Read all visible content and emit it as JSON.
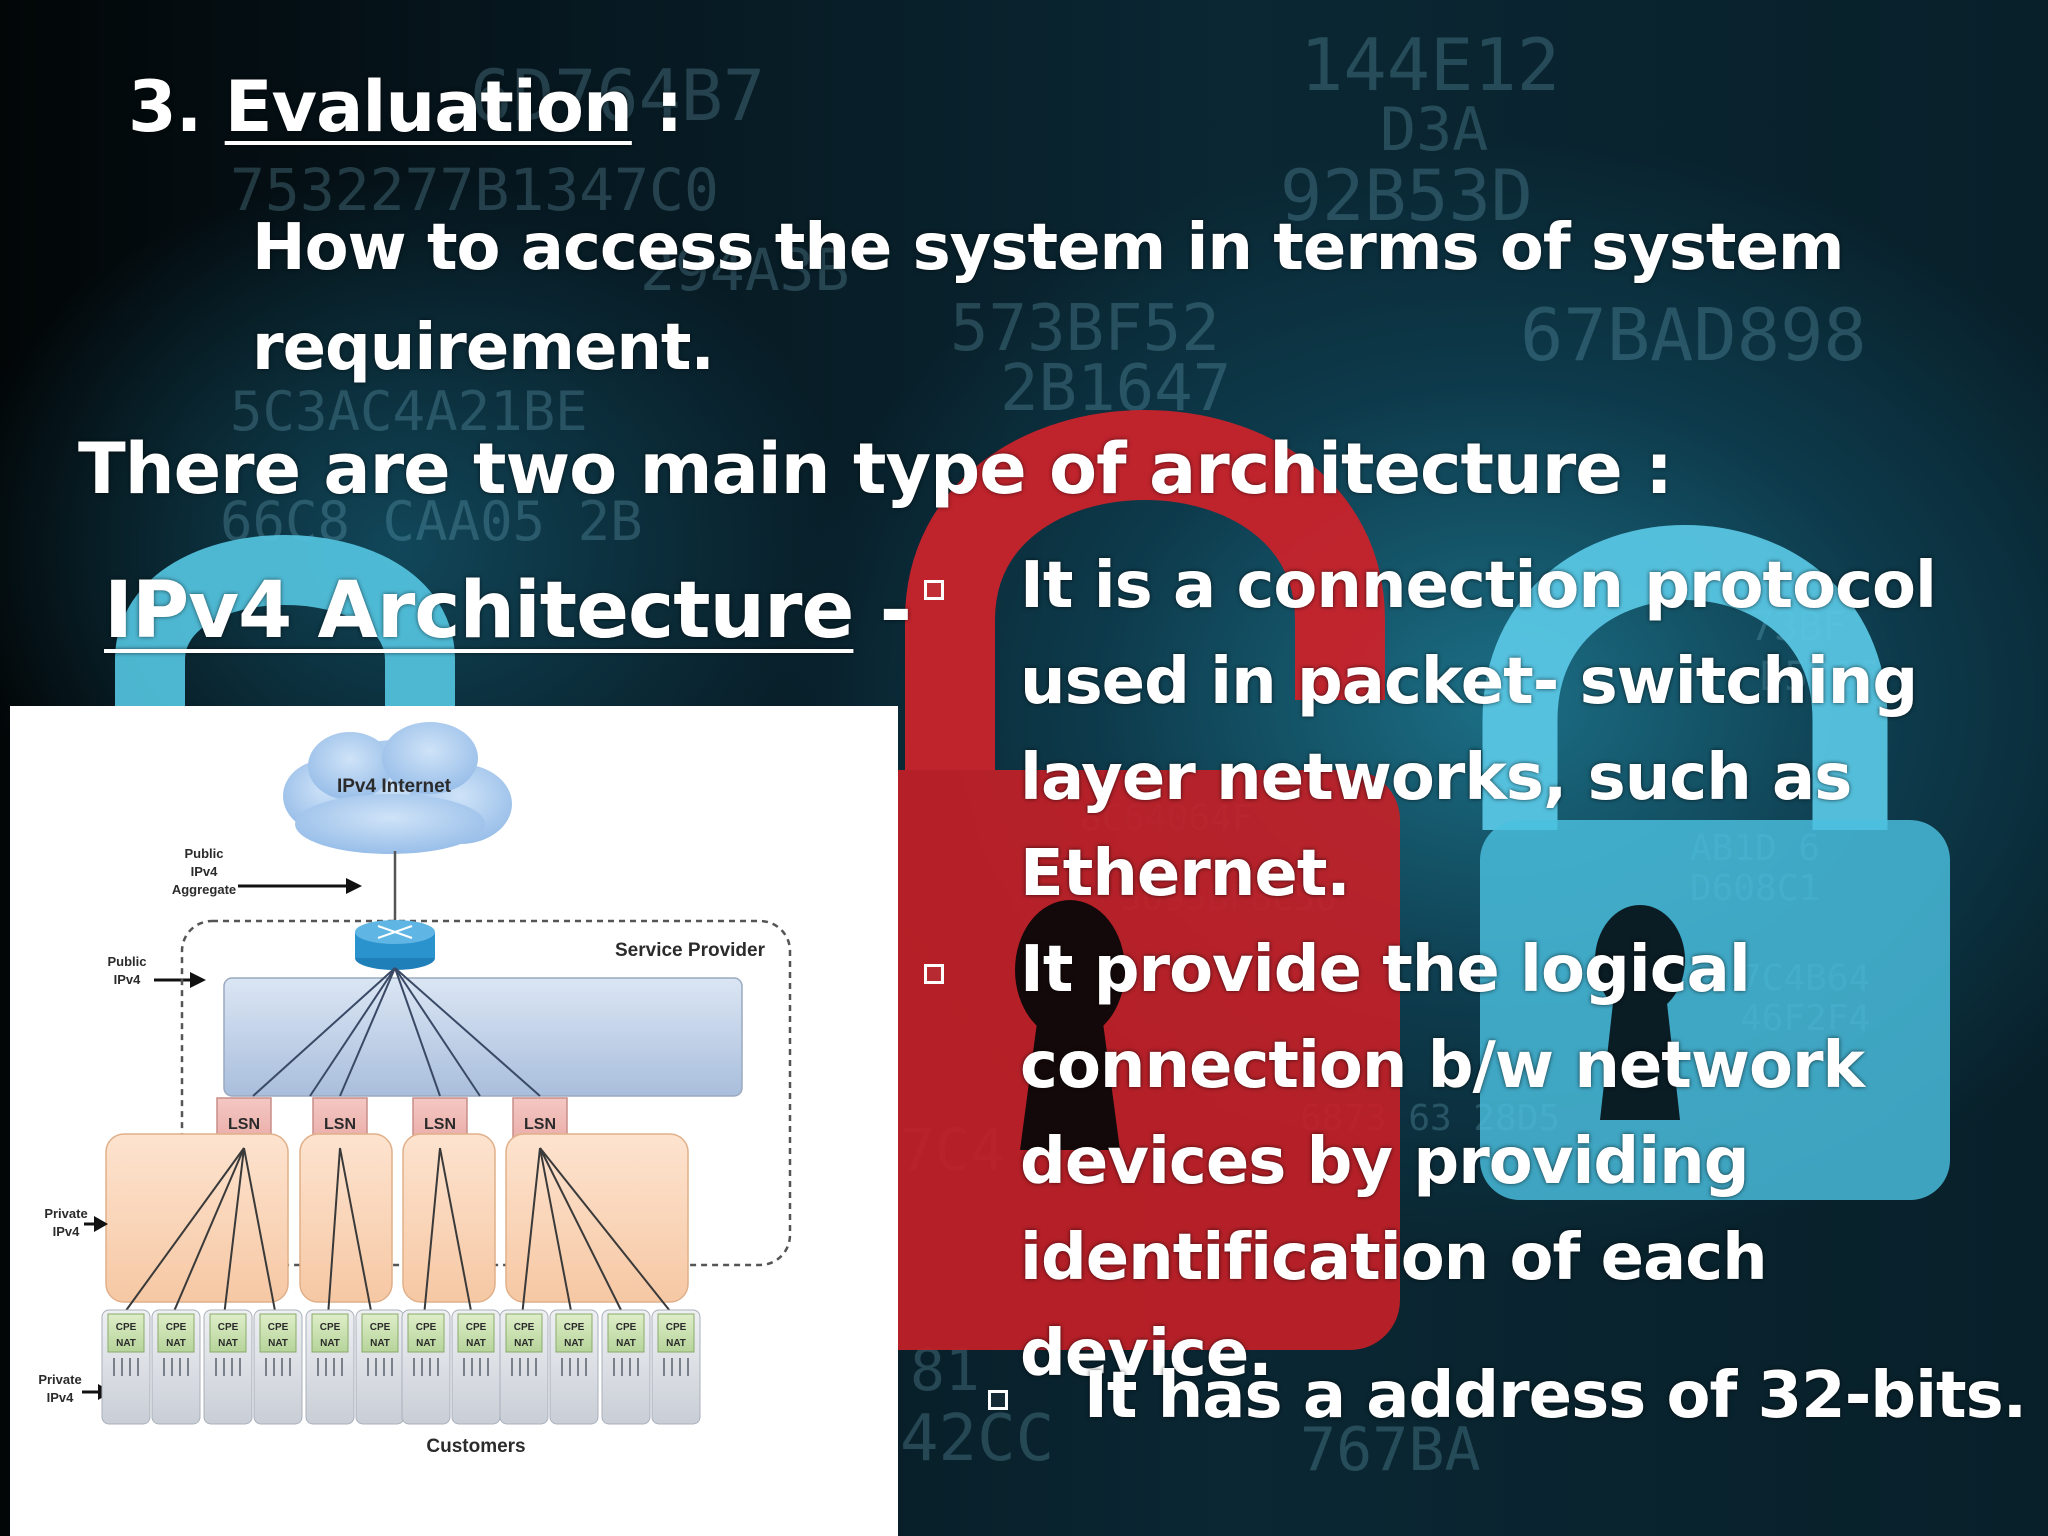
{
  "slide": {
    "heading_number": "3.",
    "heading_title": "Evaluation",
    "heading_colon": ":",
    "subheading": "How to access the system in terms of system requirement.",
    "architecture_line": "There are two main type of architecture :",
    "ipv4_title": "IPv4  Architecture",
    "ipv4_dash": "-",
    "bullets": [
      "It is a connection protocol used in packet- switching layer networks, such as Ethernet.",
      "It provide the logical connection b/w network devices by providing identification of each device."
    ],
    "last_bullet": "It has a address of 32-bits."
  },
  "diagram": {
    "cloud_label": "IPv4 Internet",
    "public_aggregate_label": [
      "Public",
      "IPv4",
      "Aggregate"
    ],
    "public_label": [
      "Public",
      "IPv4"
    ],
    "service_provider_label": "Service Provider",
    "lsn_labels": [
      "LSN",
      "LSN",
      "LSN",
      "LSN"
    ],
    "private_label_upper": [
      "Private",
      "IPv4"
    ],
    "private_label_lower": [
      "Private",
      "IPv4"
    ],
    "cpe_labels": [
      "CPE",
      "CPE",
      "CPE",
      "CPE",
      "CPE",
      "CPE",
      "CPE",
      "CPE",
      "CPE",
      "CPE",
      "CPE",
      "CPE"
    ],
    "nat_labels": [
      "NAT",
      "NAT",
      "NAT",
      "NAT",
      "NAT",
      "NAT",
      "NAT",
      "NAT",
      "NAT",
      "NAT",
      "NAT",
      "NAT"
    ],
    "customers_label": "Customers"
  },
  "colors": {
    "background_dark": "#05121a",
    "lock_red": "#d2242c",
    "lock_cyan": "#4ec3e0",
    "text": "#ffffff"
  }
}
